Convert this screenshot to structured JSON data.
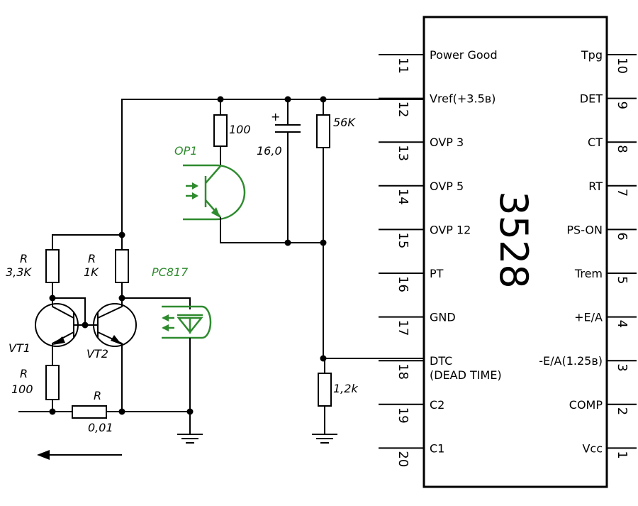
{
  "ic": {
    "name": "3528",
    "pins_left": [
      {
        "num": "11",
        "label": "Power Good"
      },
      {
        "num": "12",
        "label": "Vref(+3.5в)"
      },
      {
        "num": "13",
        "label": "OVP 3"
      },
      {
        "num": "14",
        "label": "OVP 5"
      },
      {
        "num": "15",
        "label": "OVP 12"
      },
      {
        "num": "16",
        "label": "PT"
      },
      {
        "num": "17",
        "label": "GND"
      },
      {
        "num": "18",
        "label": "DTC",
        "label2": "(DEAD TIME)"
      },
      {
        "num": "19",
        "label": "C2"
      },
      {
        "num": "20",
        "label": "C1"
      }
    ],
    "pins_right": [
      {
        "num": "10",
        "label": "Tpg"
      },
      {
        "num": "9",
        "label": "DET"
      },
      {
        "num": "8",
        "label": "CT"
      },
      {
        "num": "7",
        "label": "RT"
      },
      {
        "num": "6",
        "label": "PS-ON"
      },
      {
        "num": "5",
        "label": "Trem"
      },
      {
        "num": "4",
        "label": "+E/A"
      },
      {
        "num": "3",
        "label": "-E/A(1.25в)"
      },
      {
        "num": "2",
        "label": "COMP"
      },
      {
        "num": "1",
        "label": "Vcc"
      }
    ]
  },
  "components": {
    "r100_top": "100",
    "cap_value": "16,0",
    "cap_plus": "+",
    "r56k": "56K",
    "r12k": "1,2k",
    "op1": "OP1",
    "pc817": "PC817",
    "r_left_letter": "R",
    "r_left_value": "3,3K",
    "r_mid_letter": "R",
    "r_mid_value": "1K",
    "vt1": "VT1",
    "vt2": "VT2",
    "r_bot_letter": "R",
    "r_bot_value": "100",
    "r_shunt_letter": "R",
    "r_shunt_value": "0,01"
  },
  "colors": {
    "wire": "#000000",
    "optocoupler": "#2e8b2e"
  }
}
